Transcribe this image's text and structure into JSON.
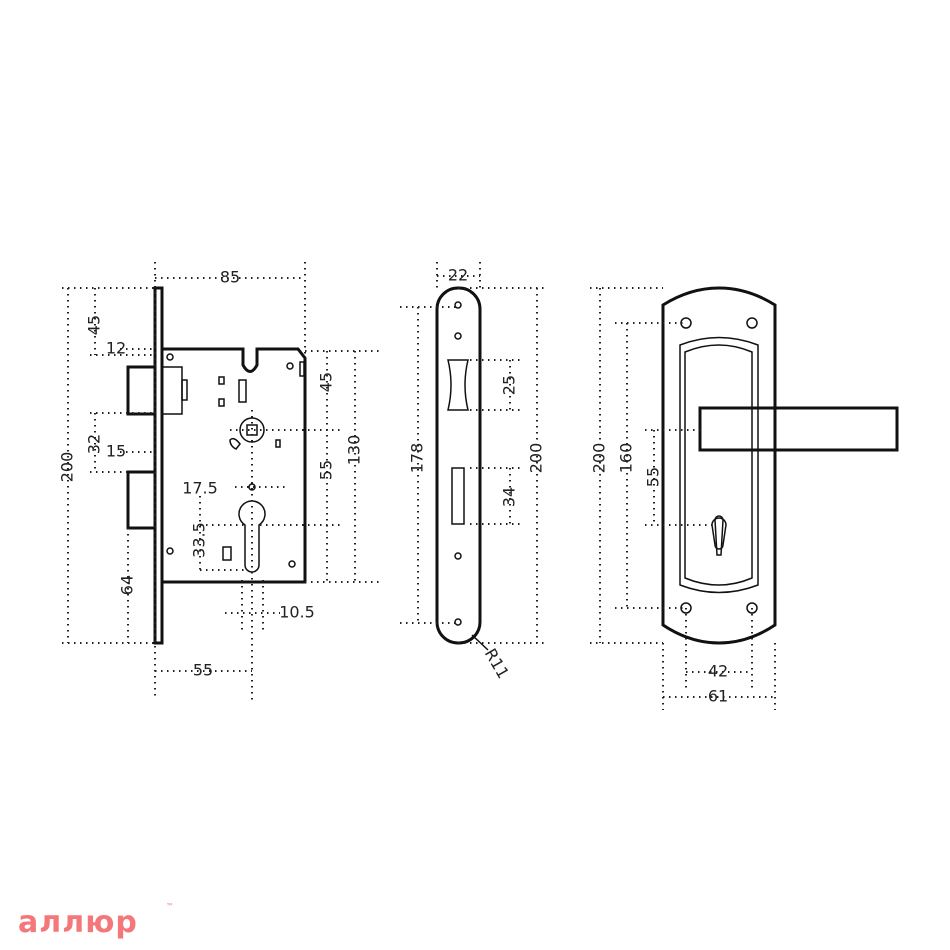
{
  "lock_body": {
    "labels": {
      "width": "85",
      "top_to_latch": "45",
      "latch_projection": "12",
      "latch_to_bolt": "32",
      "bolt_projection": "15",
      "total_height": "200",
      "bolt_to_bottom": "64",
      "backset_offset": "17.5",
      "cylinder_height": "33.5",
      "cylinder_width": "10.5",
      "backset": "55",
      "body_top_to_spindle": "45",
      "spindle_to_cylinder": "55",
      "body_height": "130"
    }
  },
  "strike_plate": {
    "labels": {
      "width": "22",
      "hole_spacing": "178",
      "latch_opening": "25",
      "total_height": "200",
      "bolt_opening": "34",
      "radius": "R11"
    }
  },
  "handle_plate": {
    "labels": {
      "total_height": "200",
      "hole_spacing_vertical": "160",
      "handle_to_cylinder": "55",
      "hole_spacing_horizontal": "42",
      "width": "61"
    }
  },
  "brand": {
    "logo_text": "аллюр",
    "trademark": "™",
    "color": "#f4777a"
  }
}
